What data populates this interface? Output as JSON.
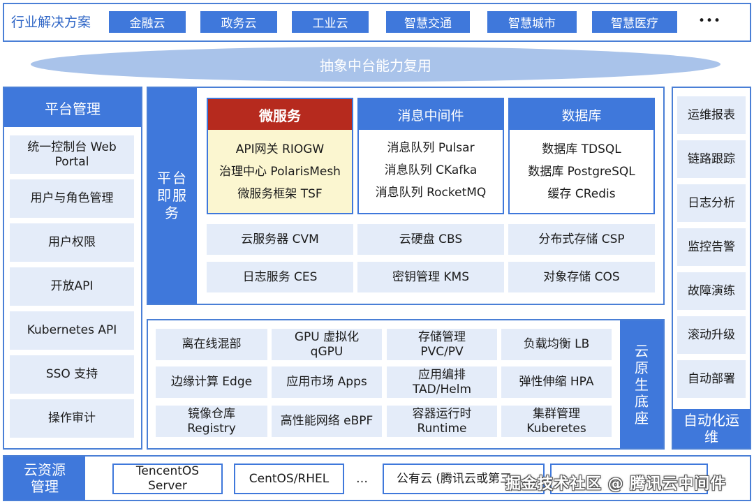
{
  "industry": {
    "title": "行业解决方案",
    "items": [
      "金融云",
      "政务云",
      "工业云",
      "智慧交通",
      "智慧城市",
      "智慧医疗"
    ],
    "more": "•••"
  },
  "abstract_banner": "抽象中台能力复用",
  "platform_mgmt": {
    "title": "平台管理",
    "items": [
      "统一控制台 Web Portal",
      "用户与角色管理",
      "用户权限",
      "开放API",
      "Kubernetes API",
      "SSO 支持",
      "操作审计"
    ]
  },
  "paas": {
    "label": "平台即服务",
    "microservice": {
      "title": "微服务",
      "items": [
        "API网关 RIOGW",
        "治理中心 PolarisMesh",
        "微服务框架 TSF"
      ]
    },
    "messaging": {
      "title": "消息中间件",
      "items": [
        "消息队列 Pulsar",
        "消息队列 CKafka",
        "消息队列 RocketMQ"
      ]
    },
    "database": {
      "title": "数据库",
      "items": [
        "数据库 TDSQL",
        "数据库 PostgreSQL",
        "缓存 CRedis"
      ]
    },
    "grid": [
      "云服务器 CVM",
      "云硬盘 CBS",
      "分布式存储 CSP",
      "日志服务 CES",
      "密钥管理 KMS",
      "对象存储 COS"
    ]
  },
  "cloud_native": {
    "label": "云原生底座",
    "grid": [
      [
        "离在线混部",
        "GPU 虚拟化\nqGPU",
        "存储管理\nPVC/PV",
        "负载均衡 LB"
      ],
      [
        "边缘计算 Edge",
        "应用市场 Apps",
        "应用编排\nTAD/Helm",
        "弹性伸缩 HPA"
      ],
      [
        "镜像仓库\nRegistry",
        "高性能网络 eBPF",
        "容器运行时\nRuntime",
        "集群管理\nKuberetes"
      ]
    ]
  },
  "automation": {
    "title": "自动化运维",
    "items": [
      "运维报表",
      "链路跟踪",
      "日志分析",
      "监控告警",
      "故障演练",
      "滚动升级",
      "自动部署"
    ]
  },
  "cloud_resource": {
    "title": "云资源管理",
    "items": [
      "TencentOS\nServer",
      "CentOS/RHEL",
      "…",
      "公有云 (腾讯云或第三"
    ]
  },
  "watermark": "掘金技术社区 @ 腾讯云中间件",
  "colors": {
    "primary": "#3f78db",
    "light": "#e4ecf9",
    "highlight_head": "#b62a1e",
    "highlight_body": "#fbf6d0"
  }
}
